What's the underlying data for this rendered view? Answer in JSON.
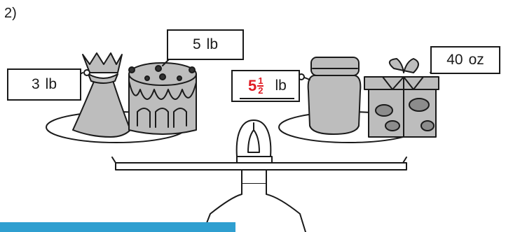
{
  "question": {
    "number": "2)"
  },
  "tags": {
    "bag": {
      "value": "3",
      "unit": "lb"
    },
    "cake": {
      "value": "5",
      "unit": "lb"
    },
    "jar": {
      "whole": "5",
      "numerator": "1",
      "denominator": "2",
      "unit": "lb",
      "answer_color": "#e01b24"
    },
    "gift": {
      "value": "40",
      "unit": "oz"
    }
  },
  "colors": {
    "outline": "#1a1a1a",
    "fill_gray": "#bdbdbd",
    "answer_red": "#e01b24",
    "bar_blue": "#2f9fd0"
  }
}
